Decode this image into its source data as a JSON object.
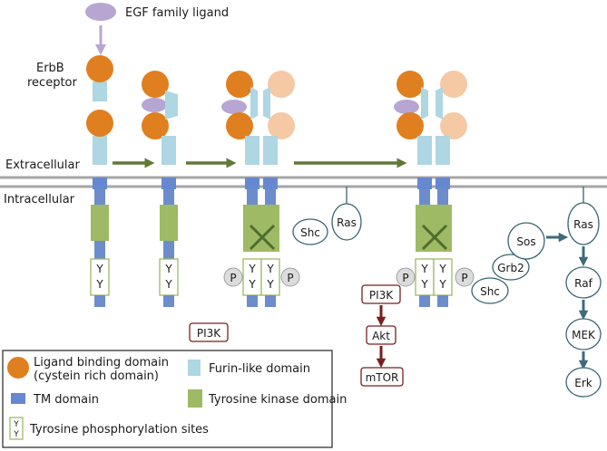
{
  "ligand_label": "EGF family ligand",
  "receptor_label_line1": "ErbB",
  "receptor_label_line2": "receptor",
  "extracellular_label": "Extracellular",
  "intracellular_label": "Intracellular",
  "tyrosine_letter": "Y",
  "phospho_letter": "P",
  "pathway_left": {
    "shc": "Shc",
    "ras": "Ras",
    "pi3k_free": "PI3K",
    "pi3k": "PI3K",
    "akt": "Akt",
    "mtor": "mTOR"
  },
  "pathway_right": {
    "sos": "Sos",
    "grb2": "Grb2",
    "shc": "Shc",
    "ras": "Ras",
    "raf": "Raf",
    "mek": "MEK",
    "erk": "Erk"
  },
  "legend": {
    "ligand_binding_line1": "Ligand binding domain",
    "ligand_binding_line2": "(cystein rich domain)",
    "furin": "Furin-like domain",
    "tm": "TM domain",
    "kinase": "Tyrosine kinase domain",
    "tyrosine_sites": "Tyrosine phosphorylation sites"
  },
  "colors": {
    "ligand": "#b7a6d1",
    "ligand_arrow": "#b7a6d1",
    "binding_domain": "#e07f20",
    "binding_domain_partner": "#f5c9a4",
    "furin": "#aed6e3",
    "tm": "#6688d0",
    "kinase": "#9eba64",
    "stalk": "#6d8ccc",
    "membrane": "#a6a6a6",
    "green_arrow": "#5e7a36",
    "red_arrow": "#7a1f1f",
    "teal_arrow": "#3e6b7a",
    "node_border": "#3a6470",
    "pi3k_border": "#7a1f1f"
  }
}
